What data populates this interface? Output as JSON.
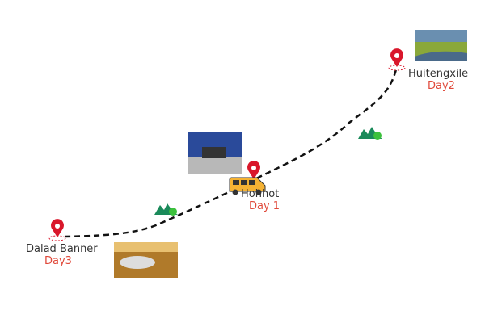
{
  "stops": [
    {
      "name": "Hohhot",
      "day": "Day 1"
    },
    {
      "name": "Huitengxile",
      "day": "Day2"
    },
    {
      "name": "Dalad Banner",
      "day": "Day3"
    }
  ],
  "colors": {
    "pin": "#d9172b",
    "day": "#e0493a",
    "route": "#111111",
    "van": "#f5b233",
    "mountain": "#1a9a5a"
  }
}
